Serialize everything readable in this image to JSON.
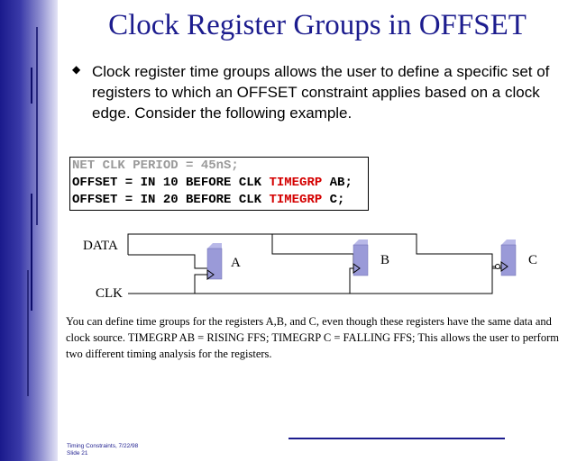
{
  "slide": {
    "title": "Clock Register Groups in OFFSET",
    "bullet": "Clock register time groups allows the user to define a specific set of registers to which an OFFSET constraint applies based on a clock edge. Consider the following example.",
    "code": {
      "line1": "NET CLK PERIOD = 45nS;",
      "line2_pre": "OFFSET = IN 10 BEFORE CLK ",
      "line2_kw": "TIMEGRP",
      "line2_post": " AB;",
      "line3_pre": "OFFSET = IN 20 BEFORE CLK ",
      "line3_kw": "TIMEGRP",
      "line3_post": " C;"
    },
    "diagram": {
      "data_label": "DATA",
      "clk_label": "CLK",
      "reg_a": "A",
      "reg_b": "B",
      "reg_c": "C"
    },
    "caption": "You can define time groups for the registers A,B, and C, even though these registers have the same data and clock source. TIMEGRP AB = RISING FFS; TIMEGRP C = FALLING FFS; This allows the user to perform two different timing analysis for the registers.",
    "footer": {
      "line1": "Timing Constraints, 7/22/98",
      "line2": "Slide 21"
    }
  },
  "colors": {
    "title": "#1c1c8e",
    "keyword": "#d40000",
    "register_fill": "#9a9ad8",
    "sidebar_dark": "#1a1a8c"
  }
}
